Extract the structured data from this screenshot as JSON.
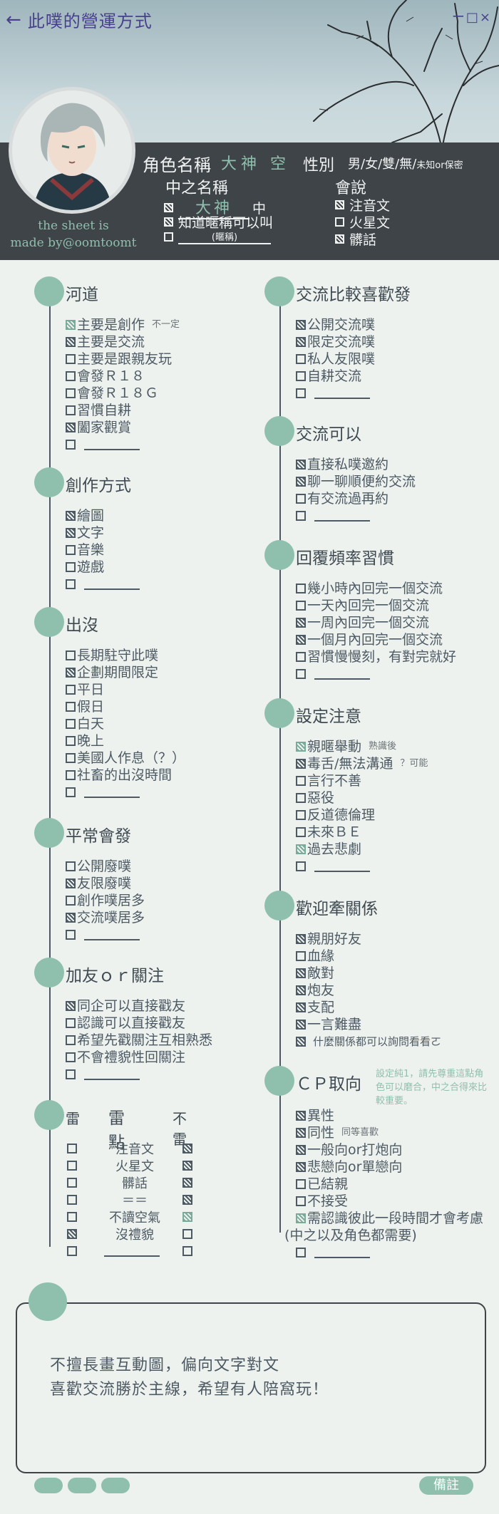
{
  "header": {
    "title": "此噗的營運方式",
    "back_icon": "←",
    "window_controls": "ー□×",
    "credit_line1": "the sheet is",
    "credit_line2": "made by@oomtoomt",
    "role_label": "角色名稱",
    "role_value": "大神 空",
    "gender_label": "性別",
    "gender_options": "男/女/雙/無/",
    "gender_other": "未知or保密",
    "zhong_label": "中之名稱",
    "zhong_value": "大神",
    "zhong_suffix": "中",
    "zhong_nick_label": "知道暱稱可以叫",
    "zhong_nick_hint": "(暱稱)",
    "speak_label": "會說",
    "speak_items": [
      "注音文",
      "火星文",
      "髒話"
    ]
  },
  "left": {
    "hedao": {
      "title": "河道",
      "items": [
        "主要是創作",
        "主要是交流",
        "主要是跟親友玩",
        "會發Ｒ１８",
        "會發Ｒ１８Ｇ",
        "習慣自耕",
        "闔家觀賞"
      ],
      "note": "不一定"
    },
    "create": {
      "title": "創作方式",
      "items": [
        "繪圖",
        "文字",
        "音樂",
        "遊戲"
      ]
    },
    "appear": {
      "title": "出沒",
      "items": [
        "長期駐守此噗",
        "企劃期間限定",
        "平日",
        "假日",
        "白天",
        "晚上",
        "美國人作息（？）",
        "社畜的出沒時間"
      ]
    },
    "usual": {
      "title": "平常會發",
      "items": [
        "公開廢噗",
        "友限廢噗",
        "創作噗居多",
        "交流噗居多"
      ]
    },
    "follow": {
      "title": "加友ｏｒ關注",
      "items": [
        "同企可以直接戳友",
        "認識可以直接戳友",
        "希望先戳關注互相熟悉",
        "不會禮貌性回關注"
      ]
    },
    "lei": {
      "title": "雷",
      "mid": "雷點",
      "right": "不雷",
      "items": [
        "注音文",
        "火星文",
        "髒話",
        "＝＝",
        "不讀空氣",
        "沒禮貌"
      ]
    }
  },
  "right": {
    "prefer": {
      "title": "交流比較喜歡發",
      "items": [
        "公開交流噗",
        "限定交流噗",
        "私人友限噗",
        "自耕交流"
      ]
    },
    "ok": {
      "title": "交流可以",
      "items": [
        "直接私噗邀約",
        "聊一聊順便約交流",
        "有交流過再約"
      ]
    },
    "reply": {
      "title": "回覆頻率習慣",
      "items": [
        "幾小時內回完一個交流",
        "一天內回完一個交流",
        "一周內回完一個交流",
        "一個月內回完一個交流",
        "習慣慢慢刻，有對完就好"
      ]
    },
    "setting": {
      "title": "設定注意",
      "items": [
        "親暱舉動",
        "毒舌/無法溝通",
        "言行不善",
        "惡役",
        "反道德倫理",
        "未來ＢＥ",
        "過去悲劇"
      ],
      "note1": "熟識後",
      "note2": "？可能"
    },
    "relation": {
      "title": "歡迎牽關係",
      "items": [
        "親朋好友",
        "血緣",
        "敵對",
        "炮友",
        "支配",
        "一言難盡",
        "什麼關係都可以詢問看看ㄛ"
      ]
    },
    "cp": {
      "title": "ＣＰ取向",
      "side_note": "設定純1，請先尊重這點角色可以磨合，中之合得來比較重要。",
      "items": [
        "異性",
        "同性",
        "一般向or打炮向",
        "悲戀向or單戀向",
        "已結親",
        "不接受",
        "需認識彼此一段時間才會考慮"
      ],
      "note": "同等喜歡",
      "extra": "(中之以及角色都需要)"
    }
  },
  "memo": {
    "line1": "不擅長畫互動圖，偏向文字對文",
    "line2": "喜歡交流勝於主線，希望有人陪窩玩！",
    "button": "備註"
  }
}
